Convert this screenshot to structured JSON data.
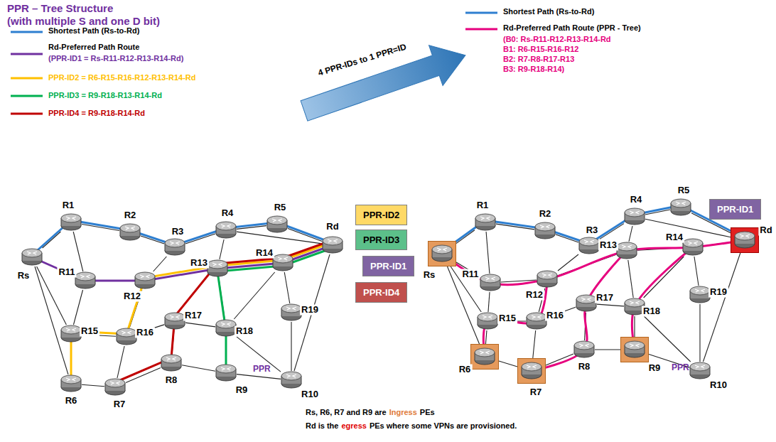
{
  "diagram": {
    "title": "PPR – Tree Structure",
    "nodes": [
      {
        "text": [
          "Rs"
        ]
      },
      {
        "text": [
          "R1"
        ]
      },
      {
        "text": [
          "R2"
        ]
      },
      {
        "text": [
          "R3"
        ]
      },
      {
        "text": [
          "R4"
        ]
      },
      {
        "text": [
          "R5"
        ]
      },
      {
        "text": [
          "Rd"
        ]
      },
      {
        "text": [
          "R11"
        ]
      },
      {
        "text": [
          "R12"
        ]
      },
      {
        "text": [
          "R13"
        ]
      },
      {
        "text": [
          "R14"
        ]
      },
      {
        "text": [
          "R19"
        ]
      },
      {
        "text": [
          "R15"
        ]
      },
      {
        "text": [
          "R16"
        ]
      },
      {
        "text": [
          "R17"
        ]
      },
      {
        "text": [
          "R18"
        ]
      },
      {
        "text": [
          "R6"
        ]
      },
      {
        "text": [
          "R7"
        ]
      },
      {
        "text": [
          "R8"
        ]
      },
      {
        "text": [
          "R9"
        ]
      },
      {
        "text": [
          "R10"
        ]
      },
      {
        "text": [
          "PPR-ID2"
        ]
      },
      {
        "text": [
          "PPR-ID3"
        ]
      },
      {
        "text": [
          "PPR-ID1"
        ]
      },
      {
        "text": [
          "PPR-ID4"
        ]
      },
      {
        "text": [
          "Rs"
        ]
      },
      {
        "text": [
          "R1"
        ]
      },
      {
        "text": [
          "R2"
        ]
      },
      {
        "text": [
          "R3"
        ]
      },
      {
        "text": [
          "R4"
        ]
      },
      {
        "text": [
          "R5"
        ]
      },
      {
        "text": [
          "Rd"
        ]
      },
      {
        "text": [
          "R11"
        ]
      },
      {
        "text": [
          "R12"
        ]
      },
      {
        "text": [
          "R13"
        ]
      },
      {
        "text": [
          "R14"
        ]
      },
      {
        "text": [
          "R19"
        ]
      },
      {
        "text": [
          "R15"
        ]
      },
      {
        "text": [
          "R16"
        ]
      },
      {
        "text": [
          "R17"
        ]
      },
      {
        "text": [
          "R18"
        ]
      },
      {
        "text": [
          "R6"
        ]
      },
      {
        "text": [
          "R7"
        ]
      },
      {
        "text": [
          "R8"
        ]
      },
      {
        "text": [
          "R9"
        ]
      },
      {
        "text": [
          "R10"
        ]
      },
      {
        "text": [
          "PPR-ID1"
        ]
      }
    ],
    "edges": [
      {
        "from": 0,
        "to": 1,
        "arrow": "none"
      },
      {
        "from": 1,
        "to": 2,
        "arrow": "none"
      },
      {
        "from": 2,
        "to": 3,
        "arrow": "none"
      },
      {
        "from": 3,
        "to": 4,
        "arrow": "none"
      },
      {
        "from": 4,
        "to": 5,
        "arrow": "none"
      },
      {
        "from": 5,
        "to": 6,
        "arrow": "none"
      },
      {
        "from": 4,
        "to": 6,
        "arrow": "none"
      },
      {
        "from": 0,
        "to": 7,
        "arrow": "none"
      },
      {
        "from": 0,
        "to": 12,
        "arrow": "none"
      },
      {
        "from": 0,
        "to": 16,
        "arrow": "none"
      },
      {
        "from": 1,
        "to": 7,
        "arrow": "none"
      },
      {
        "from": 7,
        "to": 8,
        "arrow": "none"
      },
      {
        "from": 7,
        "to": 12,
        "arrow": "none"
      },
      {
        "from": 8,
        "to": 3,
        "arrow": "none"
      },
      {
        "from": 8,
        "to": 9,
        "arrow": "none"
      },
      {
        "from": 8,
        "to": 13,
        "arrow": "none"
      },
      {
        "from": 9,
        "to": 4,
        "arrow": "none"
      },
      {
        "from": 9,
        "to": 10,
        "arrow": "none"
      },
      {
        "from": 9,
        "to": 15,
        "arrow": "none"
      },
      {
        "from": 10,
        "to": 6,
        "arrow": "none"
      },
      {
        "from": 10,
        "to": 11,
        "arrow": "none"
      },
      {
        "from": 10,
        "to": 15,
        "arrow": "none"
      },
      {
        "from": 12,
        "to": 13,
        "arrow": "none"
      },
      {
        "from": 12,
        "to": 16,
        "arrow": "none"
      },
      {
        "from": 13,
        "to": 17,
        "arrow": "none"
      },
      {
        "from": 13,
        "to": 14,
        "arrow": "none"
      },
      {
        "from": 14,
        "to": 15,
        "arrow": "none"
      },
      {
        "from": 14,
        "to": 18,
        "arrow": "none"
      },
      {
        "from": 15,
        "to": 19,
        "arrow": "none"
      },
      {
        "from": 16,
        "to": 17,
        "arrow": "none"
      },
      {
        "from": 17,
        "to": 18,
        "arrow": "none"
      },
      {
        "from": 18,
        "to": 19,
        "arrow": "none"
      },
      {
        "from": 19,
        "to": 20,
        "arrow": "none"
      },
      {
        "from": 20,
        "to": 6,
        "arrow": "none"
      },
      {
        "from": 11,
        "to": 20,
        "arrow": "none"
      },
      {
        "from": 15,
        "to": 20,
        "arrow": "none"
      },
      {
        "from": 25,
        "to": 26,
        "arrow": "none"
      },
      {
        "from": 26,
        "to": 27,
        "arrow": "none"
      },
      {
        "from": 27,
        "to": 28,
        "arrow": "none"
      },
      {
        "from": 28,
        "to": 29,
        "arrow": "none"
      },
      {
        "from": 29,
        "to": 30,
        "arrow": "none"
      },
      {
        "from": 30,
        "to": 31,
        "arrow": "none"
      },
      {
        "from": 29,
        "to": 31,
        "arrow": "none"
      },
      {
        "from": 25,
        "to": 32,
        "arrow": "none"
      },
      {
        "from": 25,
        "to": 37,
        "arrow": "none"
      },
      {
        "from": 25,
        "to": 41,
        "arrow": "none"
      },
      {
        "from": 26,
        "to": 32,
        "arrow": "none"
      },
      {
        "from": 32,
        "to": 33,
        "arrow": "none"
      },
      {
        "from": 32,
        "to": 37,
        "arrow": "none"
      },
      {
        "from": 33,
        "to": 28,
        "arrow": "none"
      },
      {
        "from": 33,
        "to": 34,
        "arrow": "none"
      },
      {
        "from": 33,
        "to": 38,
        "arrow": "none"
      },
      {
        "from": 34,
        "to": 29,
        "arrow": "none"
      },
      {
        "from": 34,
        "to": 35,
        "arrow": "none"
      },
      {
        "from": 34,
        "to": 40,
        "arrow": "none"
      },
      {
        "from": 35,
        "to": 31,
        "arrow": "none"
      },
      {
        "from": 35,
        "to": 36,
        "arrow": "none"
      },
      {
        "from": 35,
        "to": 40,
        "arrow": "none"
      },
      {
        "from": 37,
        "to": 38,
        "arrow": "none"
      },
      {
        "from": 37,
        "to": 41,
        "arrow": "none"
      },
      {
        "from": 38,
        "to": 42,
        "arrow": "none"
      },
      {
        "from": 38,
        "to": 39,
        "arrow": "none"
      },
      {
        "from": 39,
        "to": 40,
        "arrow": "none"
      },
      {
        "from": 39,
        "to": 43,
        "arrow": "none"
      },
      {
        "from": 40,
        "to": 44,
        "arrow": "none"
      },
      {
        "from": 41,
        "to": 42,
        "arrow": "none"
      },
      {
        "from": 42,
        "to": 43,
        "arrow": "none"
      },
      {
        "from": 43,
        "to": 44,
        "arrow": "none"
      },
      {
        "from": 44,
        "to": 45,
        "arrow": "none"
      },
      {
        "from": 45,
        "to": 31,
        "arrow": "none"
      },
      {
        "from": 36,
        "to": 45,
        "arrow": "none"
      },
      {
        "from": 40,
        "to": 45,
        "arrow": "none"
      }
    ],
    "labels": [
      "(with multiple S and one D bit)",
      "(PPR-ID1 = Rs-R11-R12-R13-R14-Rd)",
      "4 PPR-IDs to 1 PPR=ID",
      "(B0: Rs-R11-R12-R13-R14-Rd",
      "B1: R6-R15-R16-R12",
      "B2: R7-R8-R17-R13",
      "B3: R9-R18-R14)",
      "PPR",
      "PPR",
      "Rs, R6, R7 and R9 are",
      "Ingress",
      "PEs",
      "Rd is the",
      "egress",
      "PEs where some VPNs are provisioned."
    ],
    "legend": [
      {
        "text": "Shortest Path (Rs-to-Rd)"
      },
      {
        "text": "Rd-Preferred Path Route"
      },
      {
        "text": "PPR-ID2 = R6-R15-R16-R12-R13-R14-Rd"
      },
      {
        "text": "PPR-ID3 = R9-R18-R13-R14-Rd"
      },
      {
        "text": "PPR-ID4 = R9-R18-R14-Rd"
      },
      {
        "text": "Shortest Path (Rs-to-Rd)"
      },
      {
        "text": "Rd-Preferred Path Route (PPR - Tree)"
      }
    ]
  }
}
